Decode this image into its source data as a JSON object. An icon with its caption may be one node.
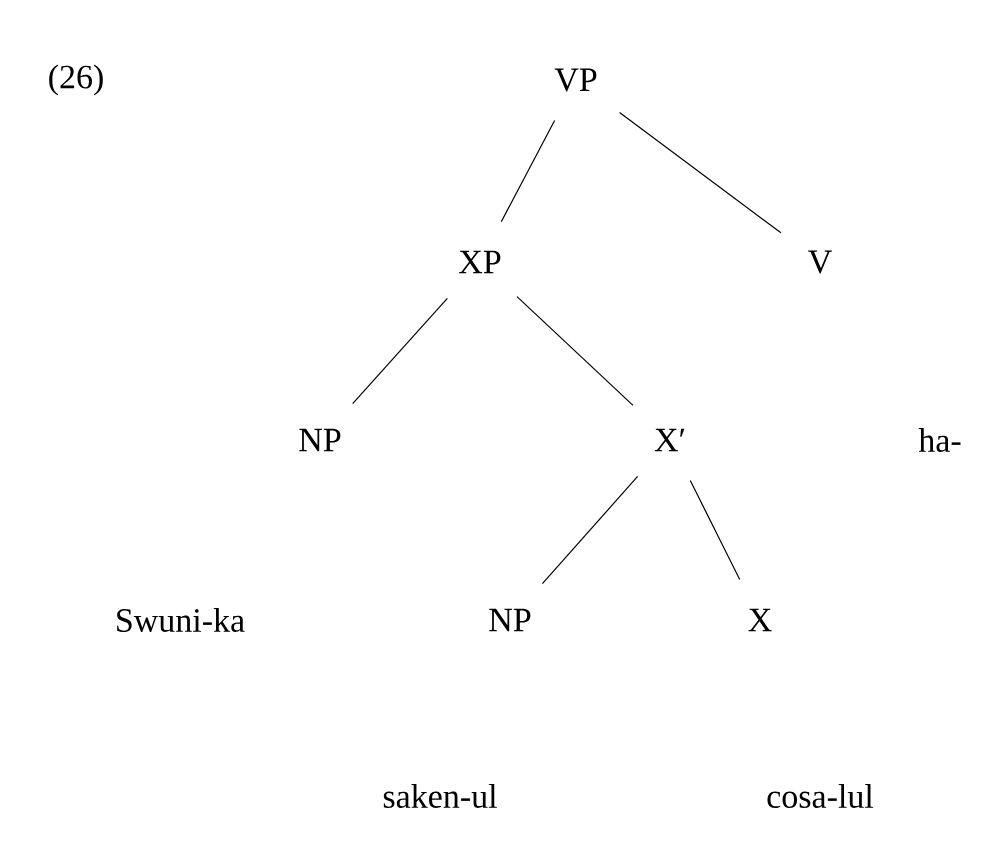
{
  "diagram": {
    "nodes": [
      {
        "text": [
          "VP"
        ]
      },
      {
        "text": [
          "XP"
        ]
      },
      {
        "text": [
          "V"
        ]
      },
      {
        "text": [
          "NP"
        ]
      },
      {
        "text": [
          "X′"
        ]
      },
      {
        "text": [
          "ha-"
        ]
      },
      {
        "text": [
          "Swuni-ka"
        ]
      },
      {
        "text": [
          "NP"
        ]
      },
      {
        "text": [
          "X"
        ]
      },
      {
        "text": [
          "saken-ul"
        ]
      },
      {
        "text": [
          "cosa-lul"
        ]
      }
    ],
    "edges": [
      {
        "from": 0,
        "to": 1,
        "arrow": "none"
      },
      {
        "from": 0,
        "to": 2,
        "arrow": "none"
      },
      {
        "from": 1,
        "to": 3,
        "arrow": "none"
      },
      {
        "from": 1,
        "to": 4,
        "arrow": "none"
      },
      {
        "from": 4,
        "to": 7,
        "arrow": "none"
      },
      {
        "from": 4,
        "to": 8,
        "arrow": "none"
      }
    ],
    "labels": [
      "(26)"
    ]
  }
}
